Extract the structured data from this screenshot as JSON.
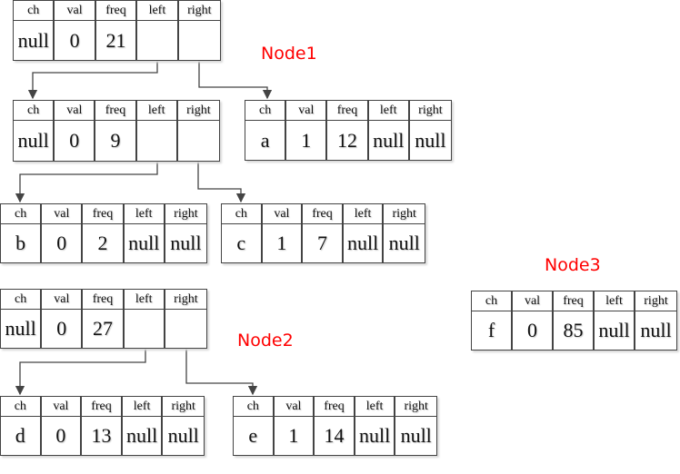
{
  "fields": [
    "ch",
    "val",
    "freq",
    "left",
    "right"
  ],
  "labels": {
    "node1": "Node1",
    "node2": "Node2",
    "node3": "Node3"
  },
  "accent_color": "#ff0000",
  "nodes": {
    "n1_root": {
      "ch": "null",
      "val": "0",
      "freq": "21",
      "left": "",
      "right": ""
    },
    "n1_inner": {
      "ch": "null",
      "val": "0",
      "freq": "9",
      "left": "",
      "right": ""
    },
    "n1_a": {
      "ch": "a",
      "val": "1",
      "freq": "12",
      "left": "null",
      "right": "null"
    },
    "n1_b": {
      "ch": "b",
      "val": "0",
      "freq": "2",
      "left": "null",
      "right": "null"
    },
    "n1_c": {
      "ch": "c",
      "val": "1",
      "freq": "7",
      "left": "null",
      "right": "null"
    },
    "n2_root": {
      "ch": "null",
      "val": "0",
      "freq": "27",
      "left": "",
      "right": ""
    },
    "n2_d": {
      "ch": "d",
      "val": "0",
      "freq": "13",
      "left": "null",
      "right": "null"
    },
    "n2_e": {
      "ch": "e",
      "val": "1",
      "freq": "14",
      "left": "null",
      "right": "null"
    },
    "n3_f": {
      "ch": "f",
      "val": "0",
      "freq": "85",
      "left": "null",
      "right": "null"
    }
  },
  "edges": [
    {
      "from": "n1_root",
      "to": "n1_inner",
      "side": "left"
    },
    {
      "from": "n1_root",
      "to": "n1_a",
      "side": "right"
    },
    {
      "from": "n1_inner",
      "to": "n1_b",
      "side": "left"
    },
    {
      "from": "n1_inner",
      "to": "n1_c",
      "side": "right"
    },
    {
      "from": "n2_root",
      "to": "n2_d",
      "side": "left"
    },
    {
      "from": "n2_root",
      "to": "n2_e",
      "side": "right"
    }
  ]
}
